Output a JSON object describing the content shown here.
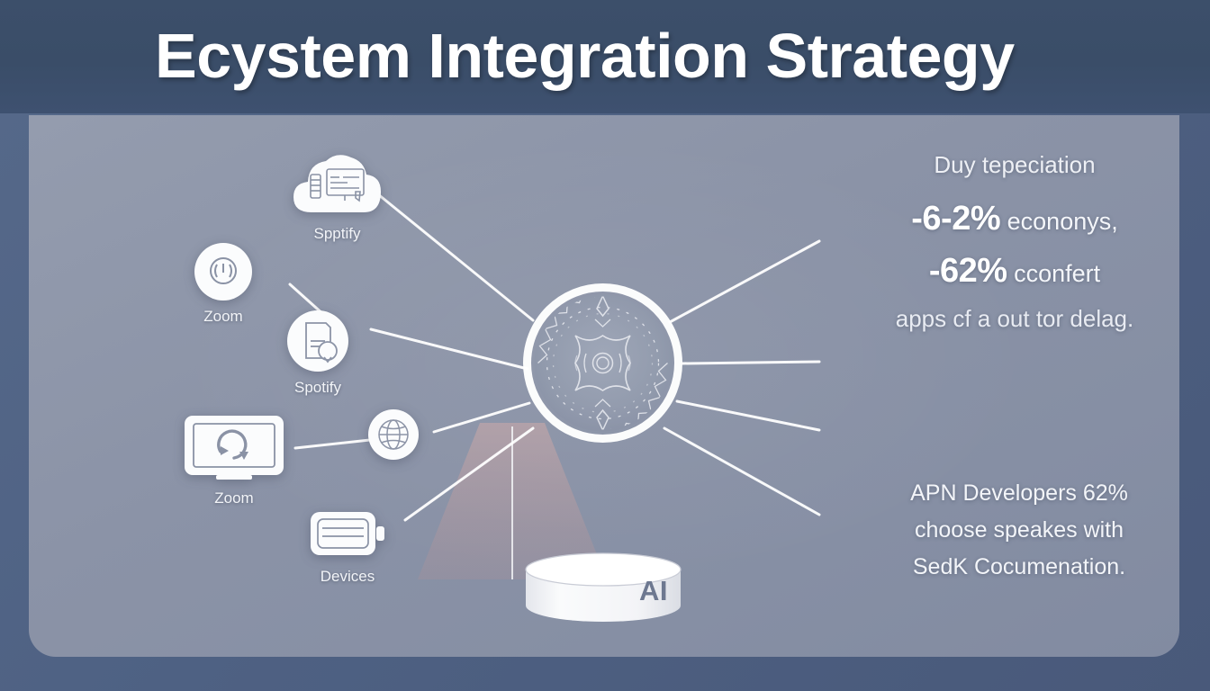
{
  "header": {
    "title": "Ecystem Integration Strategy"
  },
  "colors": {
    "header_bg": "#3a4d68",
    "page_bg": "#4e6183",
    "card_bg": "#8b93a7",
    "node_fill": "#fbfcfd",
    "link_stroke": "#ffffff",
    "platform_fill": "#f6f7f9",
    "platform_text": "#6d7890",
    "cone_glow": "#b79a9c",
    "text_primary": "#ffffff"
  },
  "diagram": {
    "hub": {
      "name": "central-hub",
      "icon": "radial-starburst-icon"
    },
    "platform": {
      "label": "AI",
      "icon": "cylinder-platform-icon"
    },
    "nodes": [
      {
        "label": "Spptify",
        "icon": "cloud-server-icon"
      },
      {
        "label": "Zoom",
        "icon": "power-button-icon"
      },
      {
        "label": "Spotify",
        "icon": "document-icon"
      },
      {
        "label": "Zoom",
        "icon": "monitor-sync-icon"
      },
      {
        "label": "",
        "icon": "globe-icon"
      },
      {
        "label": "Devices",
        "icon": "device-card-icon"
      }
    ]
  },
  "callouts": {
    "top": {
      "heading": "Duy tepeciation",
      "stat_one_value": "-6-2%",
      "stat_one_text": "econonys,",
      "stat_two_value": "-62%",
      "stat_two_text": "cconfert",
      "tail": "apps cf a out tor delag."
    },
    "bottom": {
      "line1": "APN Developers 62%",
      "line2": "choose speakes with",
      "line3": "SedK Cocumenation."
    }
  }
}
